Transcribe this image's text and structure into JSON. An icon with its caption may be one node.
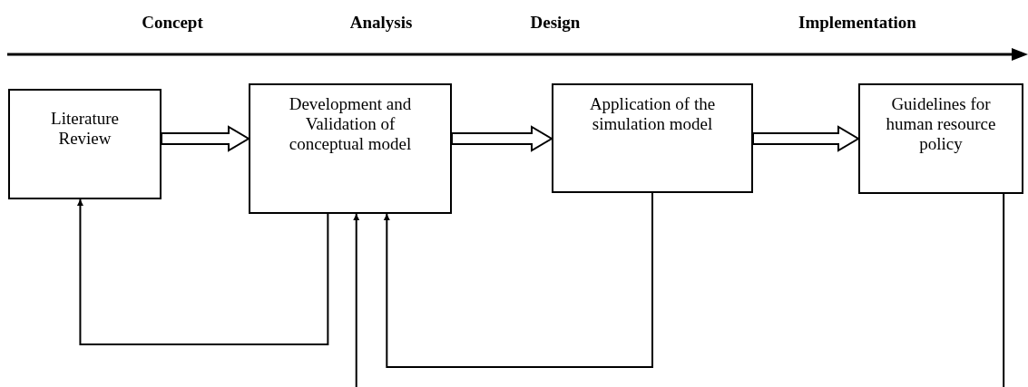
{
  "diagram": {
    "nodes": [
      {
        "text": [
          "Literature Review"
        ]
      },
      {
        "text": [
          "Development and Validation of conceptual model"
        ]
      },
      {
        "text": [
          "Application of the simulation model"
        ]
      },
      {
        "text": [
          "Guidelines for human resource policy"
        ]
      }
    ],
    "edges": [
      {
        "from": 0,
        "to": 1,
        "arrow": "to",
        "style": "thick"
      },
      {
        "from": 1,
        "to": 2,
        "arrow": "to",
        "style": "thick"
      },
      {
        "from": 2,
        "to": 3,
        "arrow": "to",
        "style": "thick"
      },
      {
        "from": 1,
        "to": 0,
        "arrow": "to"
      },
      {
        "from": 2,
        "to": 1,
        "arrow": "to"
      },
      {
        "from": null,
        "to": 1,
        "arrow": "to"
      },
      {
        "from": 3,
        "to": null,
        "arrow": "none"
      }
    ],
    "labels": [
      "Concept",
      "Analysis",
      "Design",
      "Implementation"
    ]
  }
}
